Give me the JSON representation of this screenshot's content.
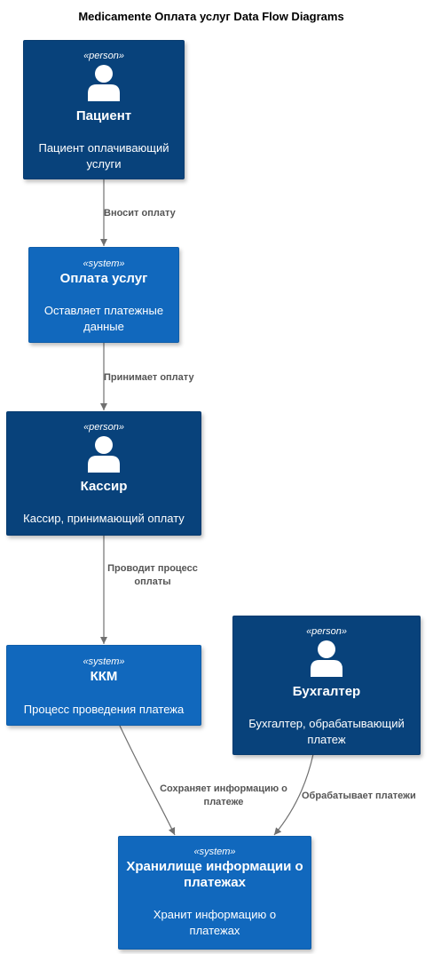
{
  "title": "Medicamente Оплата услуг Data Flow Diagrams",
  "nodes": {
    "patient": {
      "stereotype": "«person»",
      "name": "Пациент",
      "description": "Пациент оплачивающий услуги"
    },
    "payment": {
      "stereotype": "«system»",
      "name": "Оплата услуг",
      "description": "Оставляет платежные данные"
    },
    "cashier": {
      "stereotype": "«person»",
      "name": "Кассир",
      "description": "Кассир, принимающий оплату"
    },
    "kkm": {
      "stereotype": "«system»",
      "name": "ККМ",
      "description": "Процесс проведения платежа"
    },
    "accountant": {
      "stereotype": "«person»",
      "name": "Бухгалтер",
      "description": "Бухгалтер, обрабатывающий платеж"
    },
    "storage": {
      "stereotype": "«system»",
      "name": "Хранилище информации о платежах",
      "description": "Хранит информацию о платежах"
    }
  },
  "edges": {
    "e1": "Вносит оплату",
    "e2": "Принимает оплату",
    "e3": "Проводит процесс оплаты",
    "e4": "Сохраняет информацию о платеже",
    "e5": "Обрабатывает платежи"
  },
  "colors": {
    "person": "#08427b",
    "system": "#1168bd",
    "edge": "#707070"
  }
}
